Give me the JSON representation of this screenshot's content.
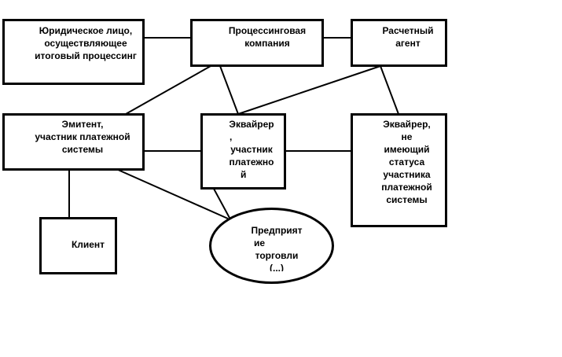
{
  "nodes": {
    "legal_entity": [
      "Юридическое лицо,",
      "осуществляющее",
      "итоговый процессинг"
    ],
    "processing_company": [
      "Процессинговая",
      "компания"
    ],
    "settlement_agent": [
      "Расчетный",
      "агент"
    ],
    "issuer": [
      "Эмитент,",
      "участник платежной",
      "системы"
    ],
    "acquirer": [
      "Эквайрер",
      ",",
      "участник",
      "платежно",
      "й"
    ],
    "acquirer_non_member": [
      "Эквайрер,",
      "не",
      "имеющий",
      "статуса",
      "участника",
      "платежной",
      "системы"
    ],
    "client": [
      "Клиент"
    ],
    "merchant": [
      "Предприят",
      "ие",
      "торговли",
      "(...)"
    ]
  },
  "colors": {
    "stroke": "#000000",
    "fill": "#ffffff"
  }
}
